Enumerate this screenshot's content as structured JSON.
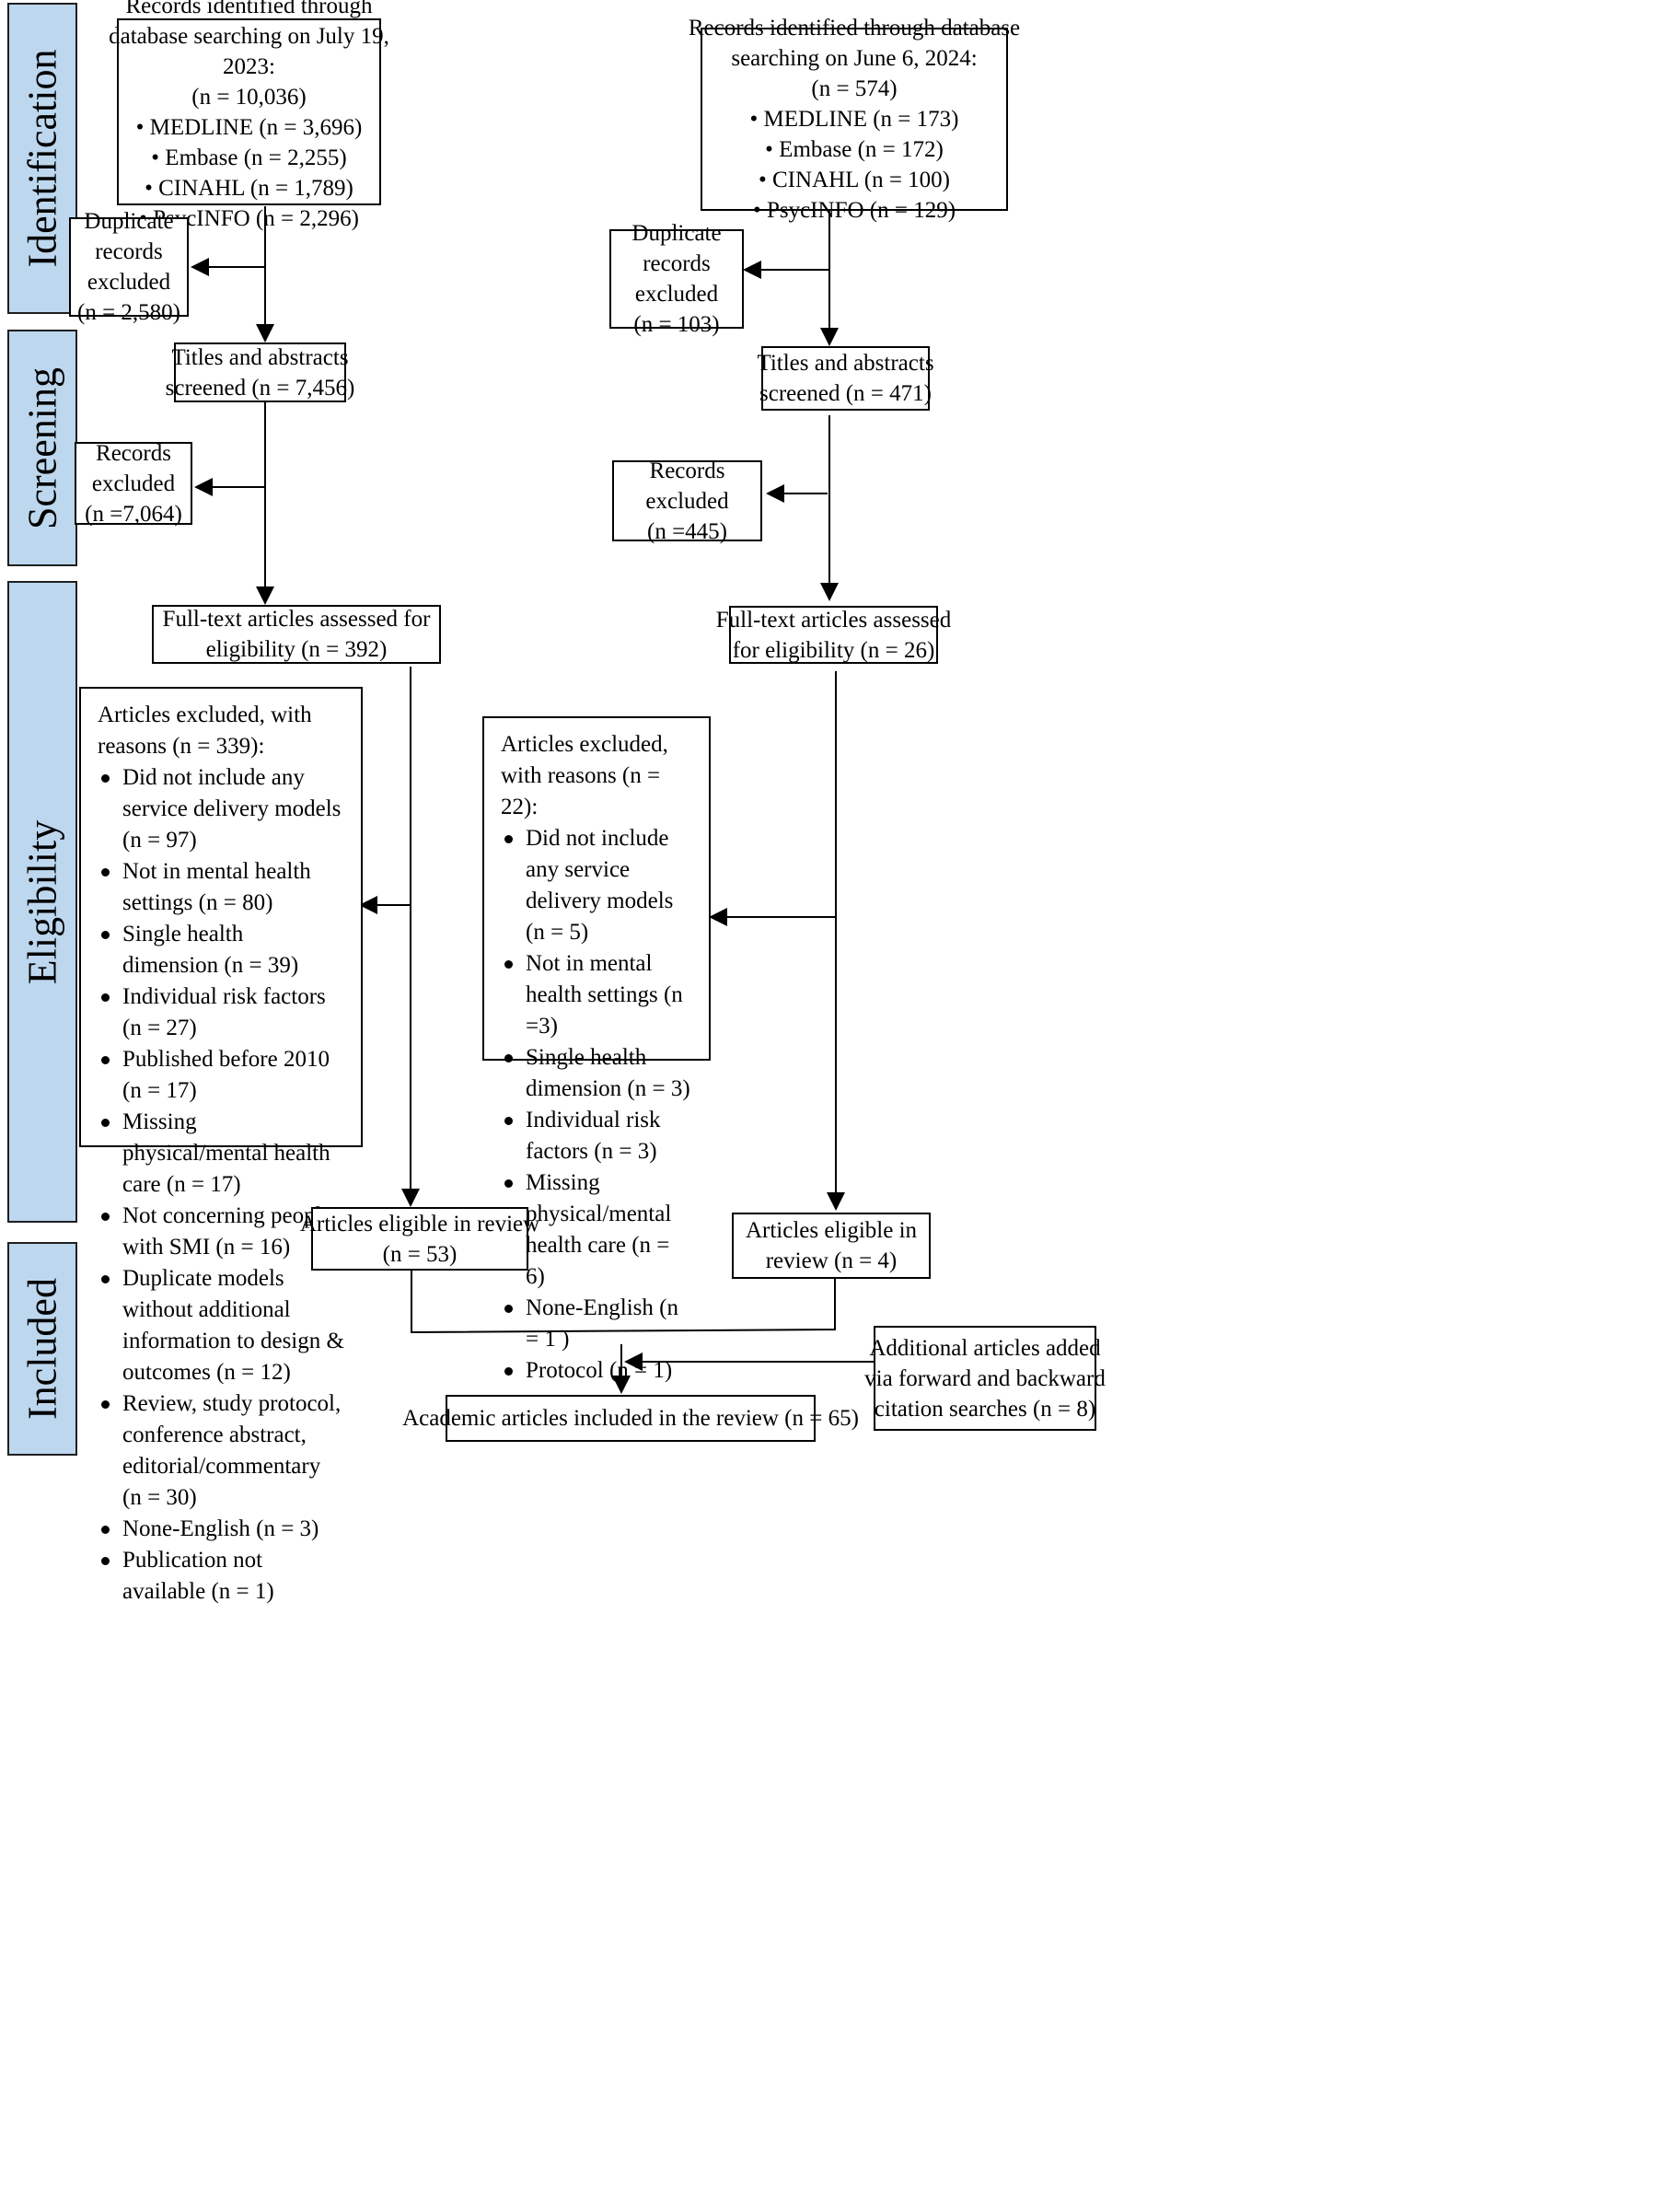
{
  "phases": {
    "identification": "Identification",
    "screening": "Screening",
    "eligibility": "Eligibility",
    "included": "Included"
  },
  "left": {
    "identified": [
      "Records identified through",
      "database searching on July 19,",
      "2023:",
      "(n = 10,036)",
      "• MEDLINE (n = 3,696)",
      "• Embase (n = 2,255)",
      "• CINAHL (n = 1,789)",
      "• PsycINFO (n = 2,296)"
    ],
    "duplicates": [
      "Duplicate",
      "records",
      "excluded",
      "(n = 2,580)"
    ],
    "screened": [
      "Titles and abstracts",
      "screened (n = 7,456)"
    ],
    "records_excluded": [
      "Records",
      "excluded",
      "(n =7,064)"
    ],
    "fulltext": [
      "Full-text articles assessed for",
      "eligibility (n = 392)"
    ],
    "excluded_reasons": {
      "heading": "Articles excluded, with reasons (n = 339):",
      "items": [
        "Did not include any service delivery models (n = 97)",
        "Not in mental health settings (n = 80)",
        "Single health dimension (n = 39)",
        "Individual risk factors (n = 27)",
        "Published before 2010 (n = 17)",
        "Missing physical/mental health care (n = 17)",
        "Not concerning people with SMI (n = 16)",
        "Duplicate models without additional information to design & outcomes (n = 12)",
        "Review, study protocol, conference abstract, editorial/commentary (n = 30)",
        "None-English (n = 3)",
        "Publication not available (n = 1)"
      ]
    },
    "eligible": [
      "Articles eligible in review",
      "(n = 53)"
    ]
  },
  "right": {
    "identified": [
      "Records identified through database",
      "searching on June 6, 2024:",
      "(n = 574)",
      "• MEDLINE (n = 173)",
      "• Embase (n = 172)",
      "• CINAHL (n = 100)",
      "• PsycINFO (n = 129)"
    ],
    "duplicates": [
      "Duplicate",
      "records",
      "excluded",
      "(n = 103)"
    ],
    "screened": [
      "Titles and abstracts",
      "screened (n = 471)"
    ],
    "records_excluded": [
      "Records",
      "excluded",
      "(n =445)"
    ],
    "fulltext": [
      "Full-text articles assessed",
      "for eligibility (n = 26)"
    ],
    "excluded_reasons": {
      "heading": "Articles excluded, with reasons (n = 22):",
      "items": [
        "Did not include any service delivery models (n = 5)",
        "Not in mental health settings (n =3)",
        "Single health dimension (n = 3)",
        "Individual risk factors (n = 3)",
        "Missing physical/mental health care (n = 6)",
        "None-English (n = 1 )",
        "Protocol (n = 1)"
      ]
    },
    "eligible": [
      "Articles eligible in",
      "review (n = 4)"
    ]
  },
  "additional": [
    "Additional articles added",
    "via forward and backward",
    "citation searches (n = 8)"
  ],
  "final": [
    "Academic articles included in the review (n = 65)"
  ]
}
